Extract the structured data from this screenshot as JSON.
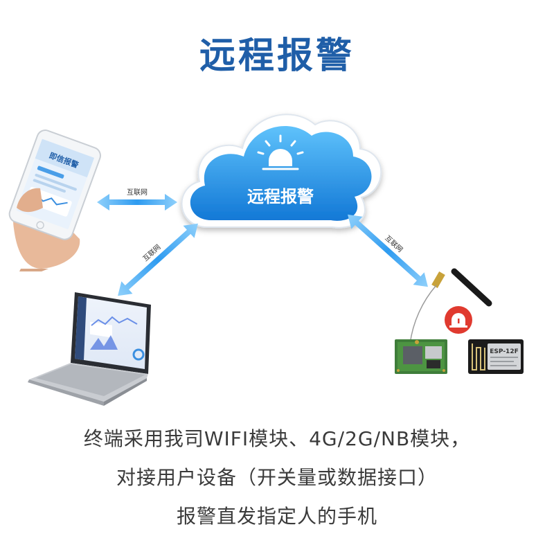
{
  "title": "远程报警",
  "cloud": {
    "label": "远程报警",
    "icon": "alarm-light-icon"
  },
  "links": [
    {
      "label": "互联网",
      "from": "phone",
      "to": "cloud"
    },
    {
      "label": "互联网",
      "from": "laptop",
      "to": "cloud"
    },
    {
      "label": "互联网",
      "from": "cloud",
      "to": "modules"
    }
  ],
  "phone": {
    "screen_text": "即信报警"
  },
  "modules": {
    "esp_label": "ESP-12F"
  },
  "description": {
    "line1": "终端采用我司WIFI模块、4G/2G/NB模块，",
    "line2": "对接用户设备（开关量或数据接口）",
    "line3": "报警直发指定人的手机"
  },
  "colors": {
    "title": "#1f5ea8",
    "cloud": "#1e90e8",
    "arrow": "#3aa0ee",
    "alarm": "#e03a2f"
  }
}
